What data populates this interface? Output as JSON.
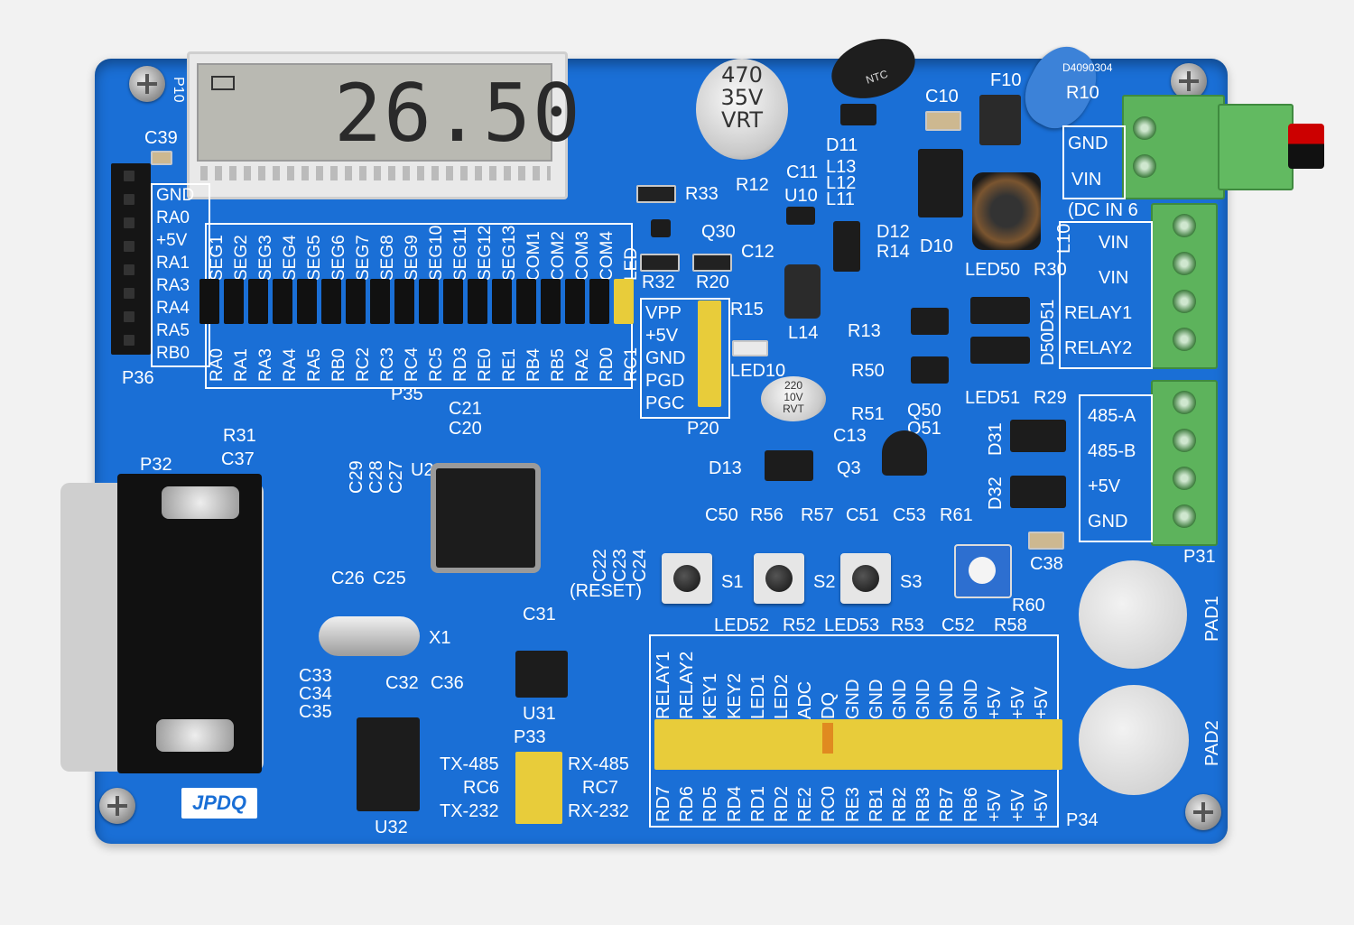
{
  "lcd": {
    "reading": "26.50",
    "label": "P10"
  },
  "brand": "JPDQ",
  "board_code": "D4090304",
  "left_header": {
    "labels": [
      "GND",
      "RA0",
      "+5V",
      "RA1",
      "RA3",
      "RA4",
      "RA5",
      "RB0"
    ],
    "name": "P36"
  },
  "seg_header": {
    "top_labels": [
      "SEG1",
      "SEG2",
      "SEG3",
      "SEG4",
      "SEG5",
      "SEG6",
      "SEG7",
      "SEG8",
      "SEG9",
      "SEG10",
      "SEG11",
      "SEG12",
      "SEG13",
      "COM1",
      "COM2",
      "COM3",
      "COM4",
      "LED"
    ],
    "bottom_labels": [
      "RA0",
      "RA1",
      "RA3",
      "RA4",
      "RA5",
      "RB0",
      "RC2",
      "RC3",
      "RC4",
      "RC5",
      "RD3",
      "RE0",
      "RE1",
      "RB4",
      "RB5",
      "RA2",
      "RD0",
      "RC1"
    ],
    "name": "P35"
  },
  "prog_header": {
    "labels": [
      "VPP",
      "+5V",
      "GND",
      "PGD",
      "PGC"
    ],
    "name": "P20"
  },
  "power_terminal": {
    "labels": [
      "GND",
      "VIN"
    ],
    "note": "(DC IN 6"
  },
  "relay_terminal": {
    "labels": [
      "VIN",
      "VIN",
      "RELAY1",
      "RELAY2"
    ]
  },
  "rs485_terminal": {
    "labels": [
      "485-A",
      "485-B",
      "+5V",
      "GND"
    ],
    "name": "P31"
  },
  "uart_header": {
    "left": [
      "TX-485",
      "RC6",
      "TX-232"
    ],
    "right": [
      "RX-485",
      "RC7",
      "RX-232"
    ],
    "name": "P33"
  },
  "bottom_header": {
    "top_labels": [
      "RELAY1",
      "RELAY2",
      "KEY1",
      "KEY2",
      "LED1",
      "LED2",
      "ADC",
      "DQ",
      "GND",
      "GND",
      "GND",
      "GND",
      "GND",
      "GND",
      "+5V",
      "+5V",
      "+5V"
    ],
    "bottom_labels": [
      "RD7",
      "RD6",
      "RD5",
      "RD4",
      "RD1",
      "RD2",
      "RE2",
      "RC0",
      "RE3",
      "RB1",
      "RB2",
      "RB3",
      "RB7",
      "RB6",
      "+5V",
      "+5V",
      "+5V"
    ],
    "name": "P34"
  },
  "buttons": [
    {
      "name": "S1",
      "note": "(RESET)"
    },
    {
      "name": "S2"
    },
    {
      "name": "S3"
    }
  ],
  "pads": [
    "PAD1",
    "PAD2"
  ],
  "capacitor_big": {
    "lines": [
      "470",
      "35V",
      "VRT"
    ]
  },
  "capacitor_small": {
    "lines": [
      "220",
      "10V",
      "RVT"
    ]
  },
  "ntc_label": "NTC",
  "refdes": {
    "c39": "C39",
    "p32": "P32",
    "r31": "R31",
    "c37": "C37",
    "c29": "C29",
    "c28": "C28",
    "c27": "C27",
    "u20": "U20",
    "c21": "C21",
    "c20": "C20",
    "c22": "C22",
    "c23": "C23",
    "c24": "C24",
    "c26": "C26",
    "c25": "C25",
    "x1": "X1",
    "c31": "C31",
    "u31": "U31",
    "c33": "C33",
    "c34": "C34",
    "c35": "C35",
    "c32": "C32",
    "c36": "C36",
    "u32": "U32",
    "r33": "R33",
    "q30": "Q30",
    "r12": "R12",
    "u10": "U10",
    "c11": "C11",
    "c12": "C12",
    "r32": "R32",
    "r20": "R20",
    "r15": "R15",
    "led10": "LED10",
    "c13": "C13",
    "d13": "D13",
    "l14": "L14",
    "r13": "R13",
    "d12": "D12",
    "r14": "R14",
    "d11": "D11",
    "l13": "L13",
    "l12": "L12",
    "l11": "L11",
    "c10": "C10",
    "f10": "F10",
    "r10": "R10",
    "d10": "D10",
    "l10": "L10",
    "led50": "LED50",
    "r30": "R30",
    "led51": "LED51",
    "r29": "R29",
    "d50d51": "D50D51",
    "r50": "R50",
    "r51": "R51",
    "q50": "Q50",
    "q51": "Q51",
    "q3": "Q3",
    "d31": "D31",
    "d32": "D32",
    "c38": "C38",
    "c50": "C50",
    "r56": "R56",
    "r57": "R57",
    "c51": "C51",
    "c53": "C53",
    "r61": "R61",
    "r60": "R60",
    "led52": "LED52",
    "r52": "R52",
    "led53": "LED53",
    "r53": "R53",
    "c52": "C52",
    "r58": "R58"
  }
}
